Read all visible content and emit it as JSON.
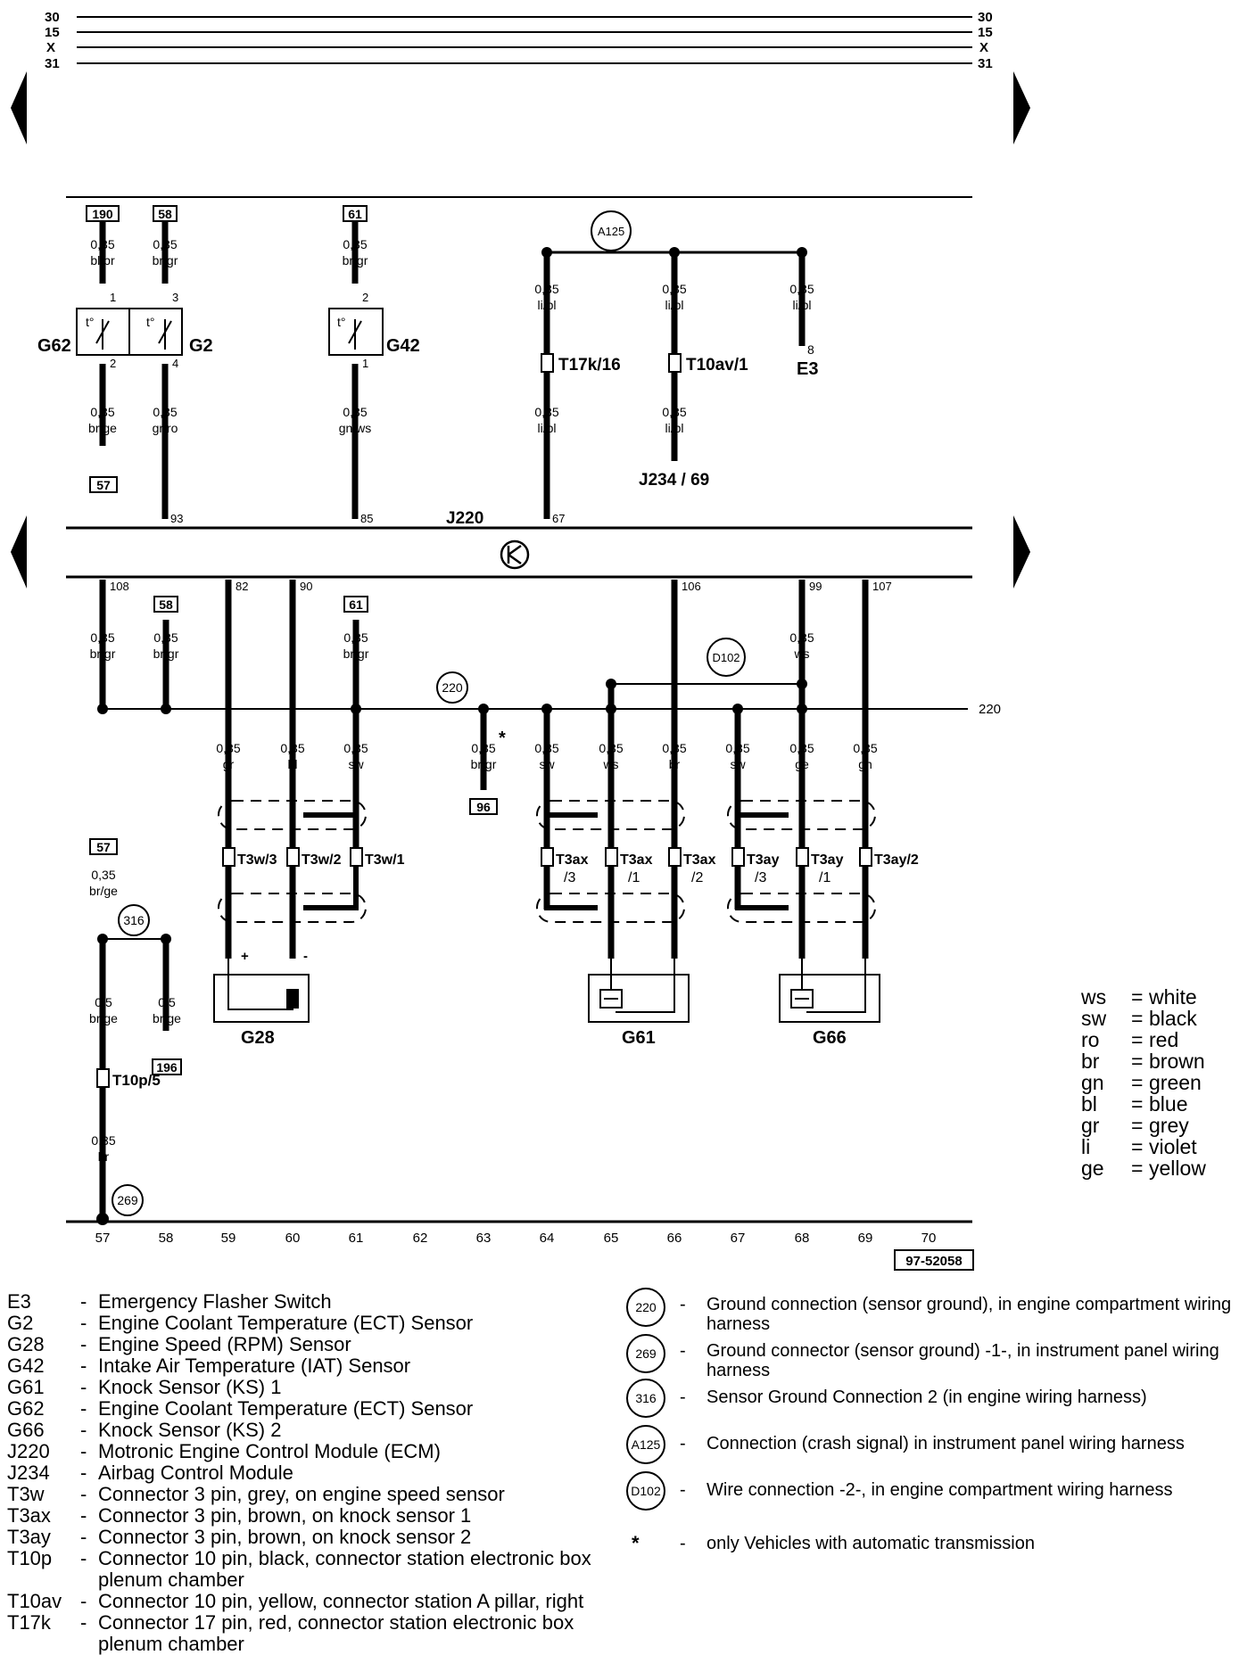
{
  "rails": {
    "left": [
      "30",
      "15",
      "X",
      "31"
    ],
    "right": [
      "30",
      "15",
      "X",
      "31"
    ]
  },
  "ecm": {
    "label": "J220"
  },
  "top_components": {
    "g62_label": "G62",
    "g2_label": "G2",
    "g42_label": "G42",
    "e3_label": "E3",
    "e3_pin": "8",
    "j234_label": "J234 / 69",
    "a125_label": "A125",
    "boxes": [
      "190",
      "58",
      "61",
      "57"
    ],
    "pins": [
      "1",
      "3",
      "2",
      "2",
      "4",
      "1"
    ],
    "ecm_pins_top": [
      "93",
      "85",
      "67"
    ],
    "connectors": [
      "T17k/16",
      "T10av/1"
    ],
    "wires": [
      {
        "gauge": "0,35",
        "color": "bl/br"
      },
      {
        "gauge": "0,35",
        "color": "br/gr"
      },
      {
        "gauge": "0,35",
        "color": "br/gr"
      },
      {
        "gauge": "0,35",
        "color": "li/bl"
      },
      {
        "gauge": "0,35",
        "color": "li/bl"
      },
      {
        "gauge": "0,35",
        "color": "li/bl"
      },
      {
        "gauge": "0,35",
        "color": "br/ge"
      },
      {
        "gauge": "0,35",
        "color": "gr/ro"
      },
      {
        "gauge": "0,35",
        "color": "gn/ws"
      },
      {
        "gauge": "0,35",
        "color": "li/bl"
      },
      {
        "gauge": "0,35",
        "color": "li/bl"
      }
    ]
  },
  "bottom_components": {
    "ecm_pins_bottom": [
      "108",
      "82",
      "90",
      "106",
      "99",
      "107"
    ],
    "boxes": [
      "58",
      "61",
      "96",
      "57",
      "196"
    ],
    "ground_220_label": "220",
    "ground_220_right": "220",
    "d102_label": "D102",
    "g316_label": "316",
    "g269_label": "269",
    "asterisk": "*",
    "wires_upper": [
      {
        "gauge": "0,35",
        "color": "br/gr"
      },
      {
        "gauge": "0,35",
        "color": "br/gr"
      },
      {
        "gauge": "0,35",
        "color": "br/gr"
      },
      {
        "gauge": "0,35",
        "color": "ws"
      }
    ],
    "wires_lower": [
      {
        "gauge": "0,35",
        "color": "gr"
      },
      {
        "gauge": "0,35",
        "color": "bl"
      },
      {
        "gauge": "0,35",
        "color": "sw"
      },
      {
        "gauge": "0,35",
        "color": "br/gr"
      },
      {
        "gauge": "0,35",
        "color": "sw"
      },
      {
        "gauge": "0,35",
        "color": "ws"
      },
      {
        "gauge": "0,35",
        "color": "br"
      },
      {
        "gauge": "0,35",
        "color": "sw"
      },
      {
        "gauge": "0,35",
        "color": "ge"
      },
      {
        "gauge": "0,35",
        "color": "gn"
      }
    ],
    "wires_left": [
      {
        "gauge": "0,35",
        "color": "br/ge"
      },
      {
        "gauge": "0,5",
        "color": "br/ge"
      },
      {
        "gauge": "0,5",
        "color": "br/ge"
      },
      {
        "gauge": "0,35",
        "color": "br"
      }
    ],
    "connectors": [
      {
        "main": "T3w/3",
        "sub": ""
      },
      {
        "main": "T3w/2",
        "sub": ""
      },
      {
        "main": "T3w/1",
        "sub": ""
      },
      {
        "main": "T3ax",
        "sub": "/3"
      },
      {
        "main": "T3ax",
        "sub": "/1"
      },
      {
        "main": "T3ax",
        "sub": "/2"
      },
      {
        "main": "T3ay",
        "sub": "/3"
      },
      {
        "main": "T3ay",
        "sub": "/1"
      },
      {
        "main": "T3ay/2",
        "sub": ""
      }
    ],
    "t10p": "T10p/5",
    "g28_label": "G28",
    "g61_label": "G61",
    "g66_label": "G66",
    "plus": "+",
    "minus": "-"
  },
  "track_numbers": [
    "57",
    "58",
    "59",
    "60",
    "61",
    "62",
    "63",
    "64",
    "65",
    "66",
    "67",
    "68",
    "69",
    "70"
  ],
  "figure_id": "97-52058",
  "color_legend": [
    {
      "abbr": "ws",
      "name": "white"
    },
    {
      "abbr": "sw",
      "name": "black"
    },
    {
      "abbr": "ro",
      "name": "red"
    },
    {
      "abbr": "br",
      "name": "brown"
    },
    {
      "abbr": "gn",
      "name": "green"
    },
    {
      "abbr": "bl",
      "name": "blue"
    },
    {
      "abbr": "gr",
      "name": "grey"
    },
    {
      "abbr": "li",
      "name": "violet"
    },
    {
      "abbr": "ge",
      "name": "yellow"
    }
  ],
  "component_legend": [
    {
      "code": "E3",
      "desc": "Emergency Flasher Switch"
    },
    {
      "code": "G2",
      "desc": "Engine Coolant Temperature (ECT) Sensor"
    },
    {
      "code": "G28",
      "desc": "Engine Speed (RPM) Sensor"
    },
    {
      "code": "G42",
      "desc": "Intake Air Temperature (IAT) Sensor"
    },
    {
      "code": "G61",
      "desc": "Knock Sensor (KS) 1"
    },
    {
      "code": "G62",
      "desc": "Engine Coolant Temperature (ECT) Sensor"
    },
    {
      "code": "G66",
      "desc": "Knock Sensor (KS) 2"
    },
    {
      "code": "J220",
      "desc": "Motronic Engine Control Module (ECM)"
    },
    {
      "code": "J234",
      "desc": "Airbag Control Module"
    },
    {
      "code": "T3w",
      "desc": "Connector 3 pin, grey, on engine speed sensor"
    },
    {
      "code": "T3ax",
      "desc": "Connector 3 pin, brown, on knock sensor 1"
    },
    {
      "code": "T3ay",
      "desc": "Connector 3 pin, brown, on knock sensor 2"
    },
    {
      "code": "T10p",
      "desc": "Connector 10 pin, black, connector station electronic box plenum chamber"
    },
    {
      "code": "T10av",
      "desc": "Connector 10 pin, yellow, connector station A pillar, right"
    },
    {
      "code": "T17k",
      "desc": "Connector 17 pin, red, connector station electronic box plenum chamber"
    }
  ],
  "ground_legend": [
    {
      "symbol": "220",
      "desc": "Ground connection (sensor ground), in engine compartment wiring harness"
    },
    {
      "symbol": "269",
      "desc": "Ground connector (sensor ground) -1-, in instrument panel wiring harness"
    },
    {
      "symbol": "316",
      "desc": "Sensor Ground Connection 2 (in engine wiring harness)"
    },
    {
      "symbol": "A125",
      "desc": "Connection (crash signal) in instrument panel wiring harness"
    },
    {
      "symbol": "D102",
      "desc": "Wire connection -2-, in engine compartment wiring harness"
    },
    {
      "symbol": "*",
      "desc": "only Vehicles with automatic transmission"
    }
  ],
  "colors": {
    "ink": "#000000",
    "paper": "#ffffff"
  }
}
